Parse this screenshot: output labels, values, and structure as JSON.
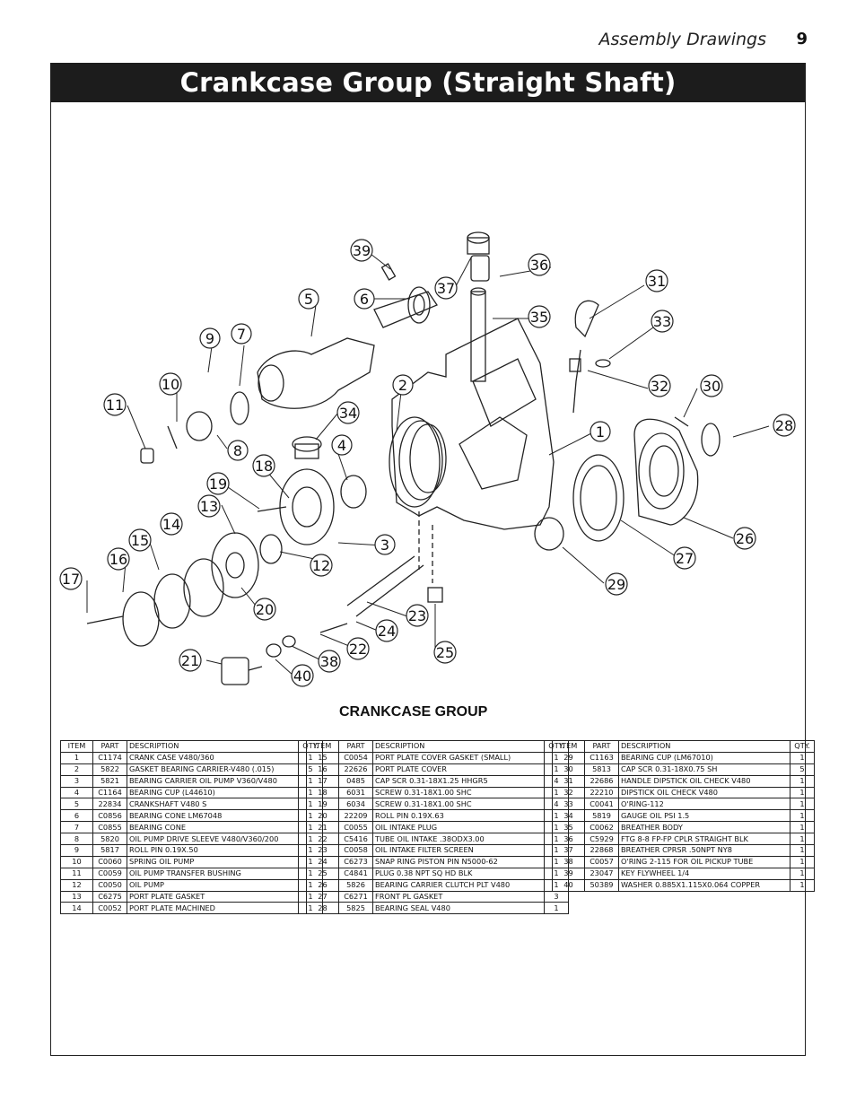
{
  "header": {
    "section": "Assembly Drawings",
    "page_number": "9"
  },
  "title": "Crankcase Group (Straight Shaft)",
  "diagram": {
    "callouts": [
      "39",
      "36",
      "37",
      "31",
      "5",
      "6",
      "35",
      "33",
      "9",
      "7",
      "10",
      "2",
      "32",
      "30",
      "11",
      "34",
      "28",
      "8",
      "4",
      "1",
      "19",
      "18",
      "13",
      "14",
      "3",
      "26",
      "15",
      "12",
      "27",
      "16",
      "17",
      "29",
      "20",
      "23",
      "24",
      "22",
      "25",
      "21",
      "38",
      "40"
    ]
  },
  "group_title": "CRANKCASE GROUP",
  "table": {
    "headers": [
      "ITEM",
      "PART",
      "DESCRIPTION",
      "QTY."
    ],
    "columns": [
      [
        [
          "1",
          "C1174",
          "CRANK CASE V480/360",
          "1"
        ],
        [
          "2",
          "5822",
          "GASKET BEARING CARRIER-V480 (.015)",
          "5"
        ],
        [
          "3",
          "5821",
          "BEARING CARRIER OIL PUMP V360/V480",
          "1"
        ],
        [
          "4",
          "C1164",
          "BEARING CUP (L44610)",
          "1"
        ],
        [
          "5",
          "22834",
          "CRANKSHAFT V480 S",
          "1"
        ],
        [
          "6",
          "C0856",
          "BEARING CONE LM67048",
          "1"
        ],
        [
          "7",
          "C0855",
          "BEARING CONE",
          "1"
        ],
        [
          "8",
          "5820",
          "OIL PUMP DRIVE SLEEVE V480/V360/200",
          "1"
        ],
        [
          "9",
          "5817",
          "ROLL PIN 0.19X.50",
          "1"
        ],
        [
          "10",
          "C0060",
          "SPRING OIL PUMP",
          "1"
        ],
        [
          "11",
          "C0059",
          "OIL PUMP TRANSFER BUSHING",
          "1"
        ],
        [
          "12",
          "C0050",
          "OIL PUMP",
          "1"
        ],
        [
          "13",
          "C6275",
          "PORT PLATE GASKET",
          "1"
        ],
        [
          "14",
          "C0052",
          "PORT PLATE MACHINED",
          "1"
        ]
      ],
      [
        [
          "15",
          "C0054",
          "PORT PLATE COVER GASKET (SMALL)",
          "1"
        ],
        [
          "16",
          "22626",
          "PORT PLATE COVER",
          "1"
        ],
        [
          "17",
          "0485",
          "CAP SCR 0.31-18X1.25 HHGR5",
          "4"
        ],
        [
          "18",
          "6031",
          "SCREW 0.31-18X1.00 SHC",
          "1"
        ],
        [
          "19",
          "6034",
          "SCREW 0.31-18X1.00 SHC",
          "4"
        ],
        [
          "20",
          "22209",
          "ROLL PIN 0.19X.63",
          "1"
        ],
        [
          "21",
          "C0055",
          "OIL INTAKE PLUG",
          "1"
        ],
        [
          "22",
          "C5416",
          "TUBE OIL INTAKE .38ODX3.00",
          "1"
        ],
        [
          "23",
          "C0058",
          "OIL INTAKE FILTER SCREEN",
          "1"
        ],
        [
          "24",
          "C6273",
          "SNAP RING PISTON PIN N5000-62",
          "1"
        ],
        [
          "25",
          "C4841",
          "PLUG 0.38 NPT SQ HD BLK",
          "1"
        ],
        [
          "26",
          "5826",
          "BEARING CARRIER CLUTCH PLT V480",
          "1"
        ],
        [
          "27",
          "C6271",
          "FRONT PL GASKET",
          "3"
        ],
        [
          "28",
          "5825",
          "BEARING SEAL V480",
          "1"
        ]
      ],
      [
        [
          "29",
          "C1163",
          "BEARING CUP (LM67010)",
          "1"
        ],
        [
          "30",
          "5813",
          "CAP SCR 0.31-18X0.75 SH",
          "5"
        ],
        [
          "31",
          "22686",
          "HANDLE DIPSTICK OIL CHECK V480",
          "1"
        ],
        [
          "32",
          "22210",
          "DIPSTICK OIL CHECK V480",
          "1"
        ],
        [
          "33",
          "C0041",
          "O'RING-112",
          "1"
        ],
        [
          "34",
          "5819",
          "GAUGE OIL PSI 1.5",
          "1"
        ],
        [
          "35",
          "C0062",
          "BREATHER BODY",
          "1"
        ],
        [
          "36",
          "C5929",
          "FTG 8-8 FP-FP CPLR STRAIGHT BLK",
          "1"
        ],
        [
          "37",
          "22868",
          "BREATHER CPRSR .50NPT NY8",
          "1"
        ],
        [
          "38",
          "C0057",
          "O'RING 2-115 FOR OIL PICKUP TUBE",
          "1"
        ],
        [
          "39",
          "23047",
          "KEY FLYWHEEL 1/4",
          "1"
        ],
        [
          "40",
          "50389",
          "WASHER 0.885X1.115X0.064 COPPER",
          "1"
        ]
      ]
    ]
  }
}
